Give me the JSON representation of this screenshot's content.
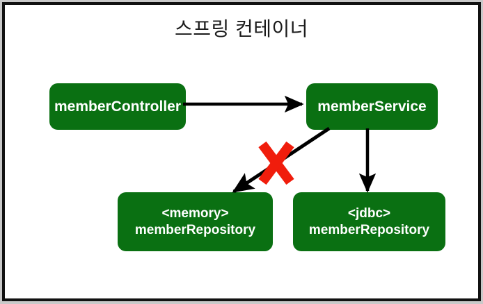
{
  "diagram": {
    "title": "스프링 컨테이너",
    "frame_border_color": "#111111",
    "background_color": "#ffffff",
    "bean_color": "#0a7012",
    "bean_text_color": "#ffffff",
    "arrow_color": "#000000",
    "x_mark_color": "#f01d0c"
  },
  "nodes": {
    "member_controller": {
      "label": "memberController"
    },
    "member_service": {
      "label": "memberService"
    },
    "memory_repository": {
      "stereotype": "<memory>",
      "label": "memberRepository"
    },
    "jdbc_repository": {
      "stereotype": "<jdbc>",
      "label": "memberRepository"
    }
  },
  "edges": [
    {
      "name": "controller-to-service",
      "from": "member_controller",
      "to": "member_service",
      "state": "active"
    },
    {
      "name": "service-to-memory-repository",
      "from": "member_service",
      "to": "memory_repository",
      "state": "disabled",
      "marker": "red-x"
    },
    {
      "name": "service-to-jdbc-repository",
      "from": "member_service",
      "to": "jdbc_repository",
      "state": "active"
    }
  ]
}
